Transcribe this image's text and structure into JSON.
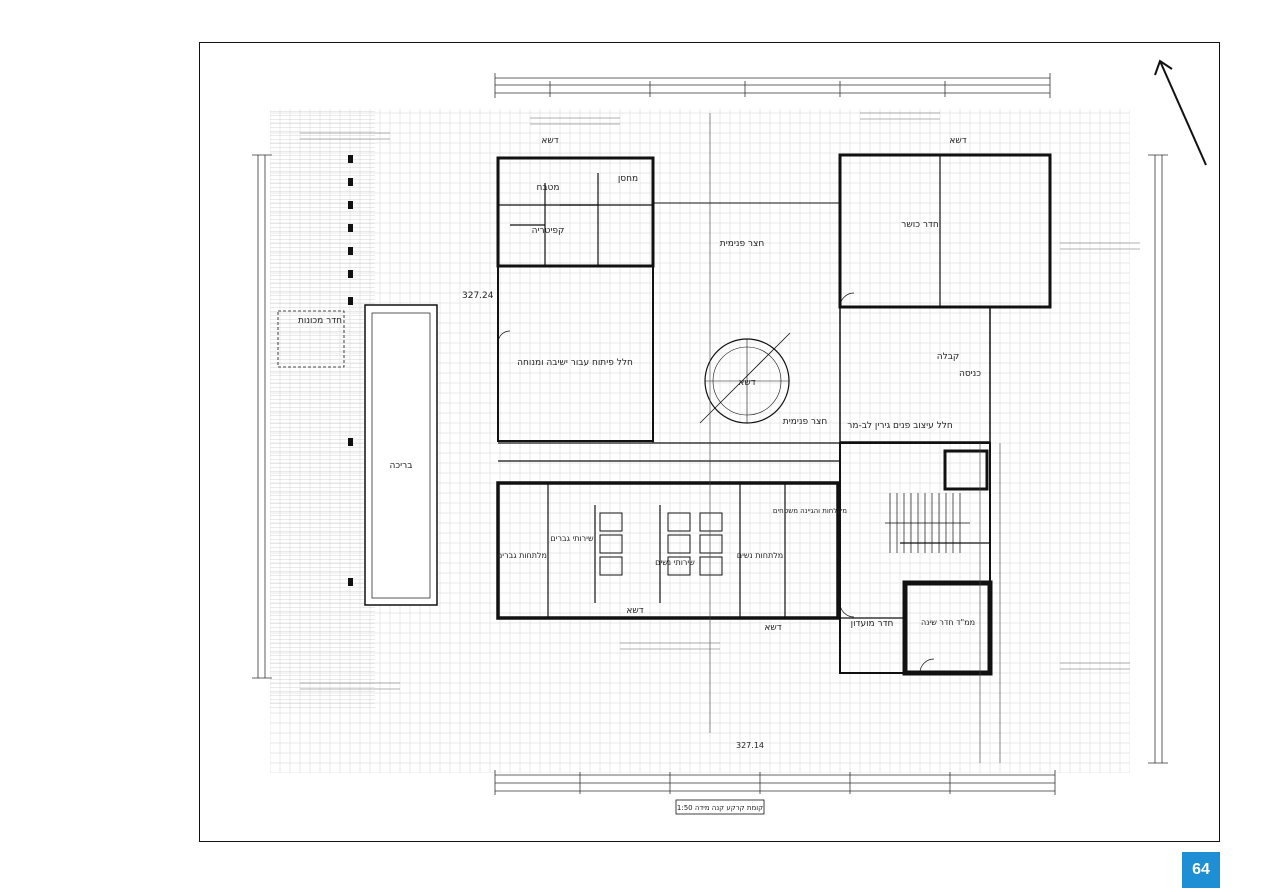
{
  "plan": {
    "caption": "קומת קרקע קנה מידה 1:50",
    "elevation_labels": [
      "327.24",
      "327.14"
    ],
    "rooms": [
      {
        "id": "dasha-nw",
        "label": "דשא"
      },
      {
        "id": "machsan",
        "label": "מחסן"
      },
      {
        "id": "mitbach",
        "label": "מטבח"
      },
      {
        "id": "kafiteria",
        "label": "קפיטריה"
      },
      {
        "id": "chatzer-pnimit-n",
        "label": "חצר פנימית"
      },
      {
        "id": "dasha-ne",
        "label": "דשא"
      },
      {
        "id": "cheder-kosher",
        "label": "חדר כושר"
      },
      {
        "id": "cheder-mechonot",
        "label": "חדר מכונות"
      },
      {
        "id": "chalal-pituach",
        "label": "חלל פיתוח עבור ישיבה ומנוחה"
      },
      {
        "id": "dasha-center",
        "label": "דשא"
      },
      {
        "id": "kabala",
        "label": "קבלה"
      },
      {
        "id": "knisa",
        "label": "כניסה"
      },
      {
        "id": "chatzer-pnimit-s",
        "label": "חצר פנימית"
      },
      {
        "id": "chalal-itzuv",
        "label": "חלל עיצוב פנים גירין לב-מר"
      },
      {
        "id": "breicha",
        "label": "בריכה"
      },
      {
        "id": "meltachot-gvarim",
        "label": "מלתחות גברים"
      },
      {
        "id": "sherutim-gvarim",
        "label": "שירותי גברים"
      },
      {
        "id": "meltachot-nashim",
        "label": "מלתחות נשים"
      },
      {
        "id": "sherutim-nashim",
        "label": "שירותי נשים"
      },
      {
        "id": "mikhlahot",
        "label": "מקלחות והגיינה משטחים"
      },
      {
        "id": "dasha-s1",
        "label": "דשא"
      },
      {
        "id": "dasha-s2",
        "label": "דשא"
      },
      {
        "id": "cheder-moadon",
        "label": "חדר מועדון"
      },
      {
        "id": "mamad",
        "label": "ממ\"ד חדר שינה"
      }
    ]
  },
  "page": {
    "number": "64"
  },
  "colors": {
    "line": "#1a1a1a",
    "grid": "#d9d9d9",
    "badge": "#1e8fd5"
  }
}
